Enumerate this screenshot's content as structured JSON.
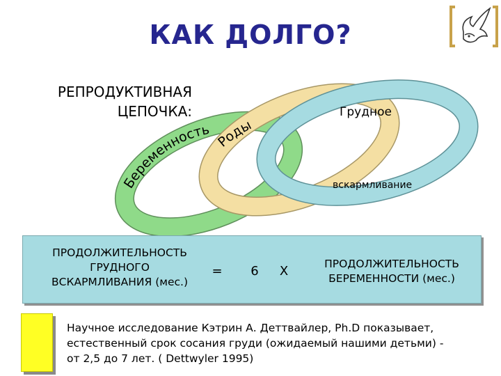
{
  "title": "КАК ДОЛГО?",
  "chain_title": [
    "РЕПРОДУКТИВНАЯ",
    "ЦЕПОЧКА:"
  ],
  "rings": {
    "pregnancy": "Беременность",
    "birth": "Роды",
    "breastfeeding_top": "Грудное",
    "breastfeeding_bottom": "вскармливание"
  },
  "formula": {
    "left": [
      "ПРОДОЛЖИТЕЛЬНОСТЬ",
      "ГРУДНОГО",
      "ВСКАРМЛИВАНИЯ (мес.)"
    ],
    "equals": "=",
    "factor": "6",
    "times": "X",
    "right": [
      "ПРОДОЛЖИТЕЛЬНОСТЬ",
      "БЕРЕМЕННОСТИ (мес.)"
    ]
  },
  "note": [
    "Научное исследование Кэтрин А. Деттвайлер, Ph.D показывает,",
    "естественный срок сосания груди (ожидаемый нашими детьми) -",
    "от 2,5 до 7 лет. ( Dettwyler 1995)"
  ],
  "colors": {
    "title": "#26268f",
    "ring_green": "#8fda89",
    "ring_tan": "#f4dfa3",
    "ring_blue": "#a6dbe1",
    "formula_bg": "#a6dbe1",
    "note_box": "#ffff24",
    "logo": "#c8a24a"
  }
}
